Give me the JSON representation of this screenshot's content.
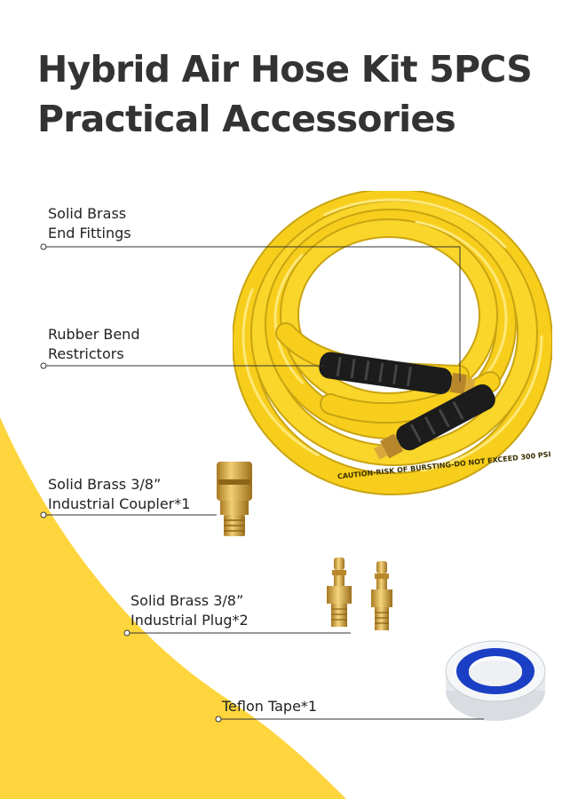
{
  "title": {
    "line1": "Hybrid Air Hose Kit 5PCS",
    "line2": "Practical Accessories"
  },
  "hose_print": "CAUTION-RISK OF BURSTING-DO NOT EXCEED 300 PSI",
  "callouts": [
    {
      "line1": "Solid Brass",
      "line2": "End Fittings"
    },
    {
      "line1": "Rubber Bend",
      "line2": "Restrictors"
    },
    {
      "line1": "Solid Brass 3/8”",
      "line2": "Industrial Coupler*1"
    },
    {
      "line1": "Solid Brass 3/8”",
      "line2": "Industrial Plug*2"
    },
    {
      "line1": "Teflon Tape*1"
    }
  ],
  "colors": {
    "accent_yellow": "#FFD53D",
    "hose_yellow": "#F7CE1C",
    "brass": "#D9A93C",
    "tape_blue": "#1B3FC4",
    "text": "#333333"
  }
}
